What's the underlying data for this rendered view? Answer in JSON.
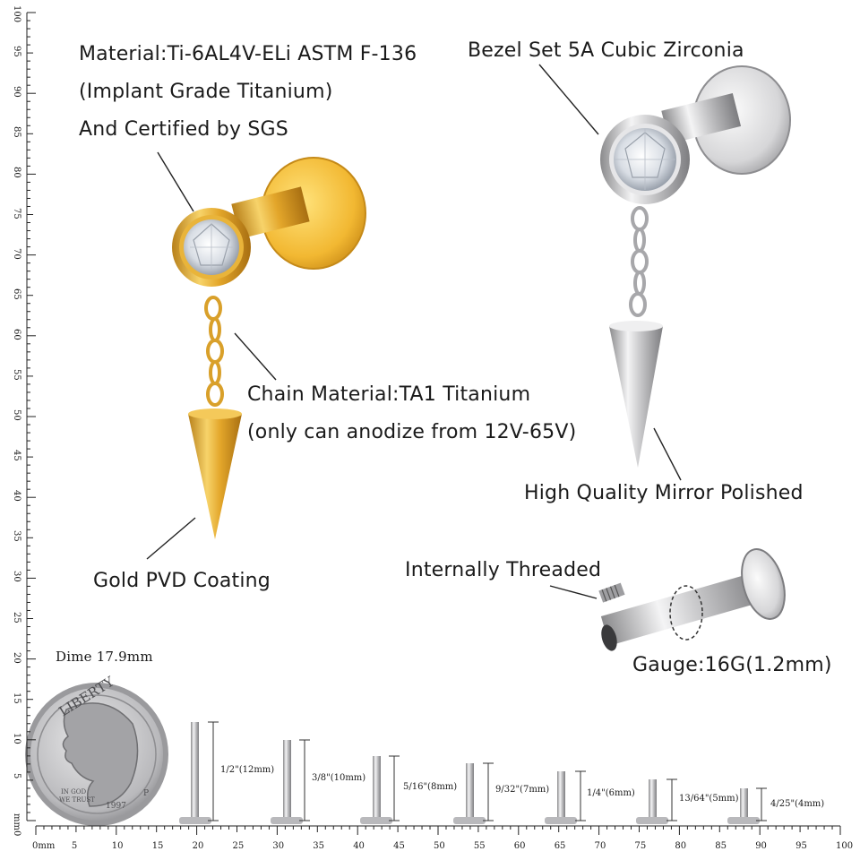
{
  "callouts": {
    "material_line1": "Material:Ti-6AL4V-ELi ASTM F-136",
    "material_line2": "(Implant Grade Titanium)",
    "material_line3": "And Certified by SGS",
    "bezel": "Bezel Set 5A Cubic Zirconia",
    "chain_line1": "Chain Material:TA1 Titanium",
    "chain_line2": "(only can anodize from 12V-65V)",
    "polished": "High Quality Mirror Polished",
    "gold": "Gold PVD Coating",
    "threaded": "Internally Threaded",
    "gauge": "Gauge:16G(1.2mm)"
  },
  "dime": {
    "caption": "Dime 17.9mm",
    "inscription_top": "LIBERTY",
    "inscription_god": "IN GOD",
    "inscription_trust": "WE TRUST",
    "year": "1997",
    "mint": "P"
  },
  "post_lengths": [
    "1/2\"(12mm)",
    "3/8\"(10mm)",
    "5/16\"(8mm)",
    "9/32\"(7mm)",
    "1/4\"(6mm)",
    "13/64\"(5mm)",
    "4/25\"(4mm)"
  ],
  "ruler": {
    "bottom_labels": [
      "0mm",
      "5",
      "10",
      "15",
      "20",
      "25",
      "30",
      "35",
      "40",
      "45",
      "50",
      "55",
      "60",
      "65",
      "70",
      "75",
      "80",
      "85",
      "90",
      "95",
      "100"
    ],
    "left_labels": [
      "mm0",
      "5",
      "10",
      "15",
      "20",
      "25",
      "30",
      "35",
      "40",
      "45",
      "50",
      "55",
      "60",
      "65",
      "70",
      "75",
      "80",
      "85",
      "90",
      "95",
      "100"
    ]
  },
  "colors": {
    "gold": "#e0a826",
    "silver": "#c9c9cb",
    "text": "#1a1a1a"
  }
}
